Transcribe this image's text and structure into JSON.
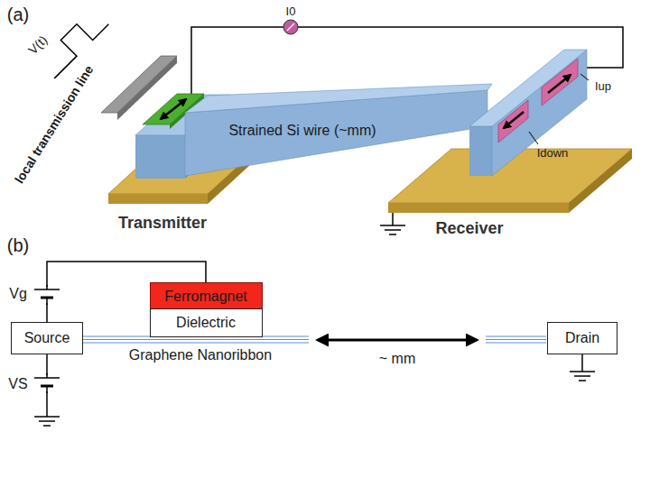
{
  "diagram": {
    "nodes": [
      {
        "text": [
          "Strained Si wire (~mm)"
        ]
      },
      {
        "text": [
          "Ferromagnet"
        ]
      },
      {
        "text": [
          "Dielectric"
        ]
      },
      {
        "text": [
          "Source"
        ]
      },
      {
        "text": [
          "Drain"
        ]
      }
    ],
    "edges": [
      {
        "from": 3,
        "to": 1,
        "arrow": "none"
      }
    ],
    "labels": [
      "(a)",
      "V(t)",
      "local transmission line",
      "I0",
      "Iup",
      "Idown",
      "Transmitter",
      "Receiver",
      "(b)",
      "Vg",
      "VS",
      "Graphene Nanoribbon",
      "~ mm"
    ]
  }
}
